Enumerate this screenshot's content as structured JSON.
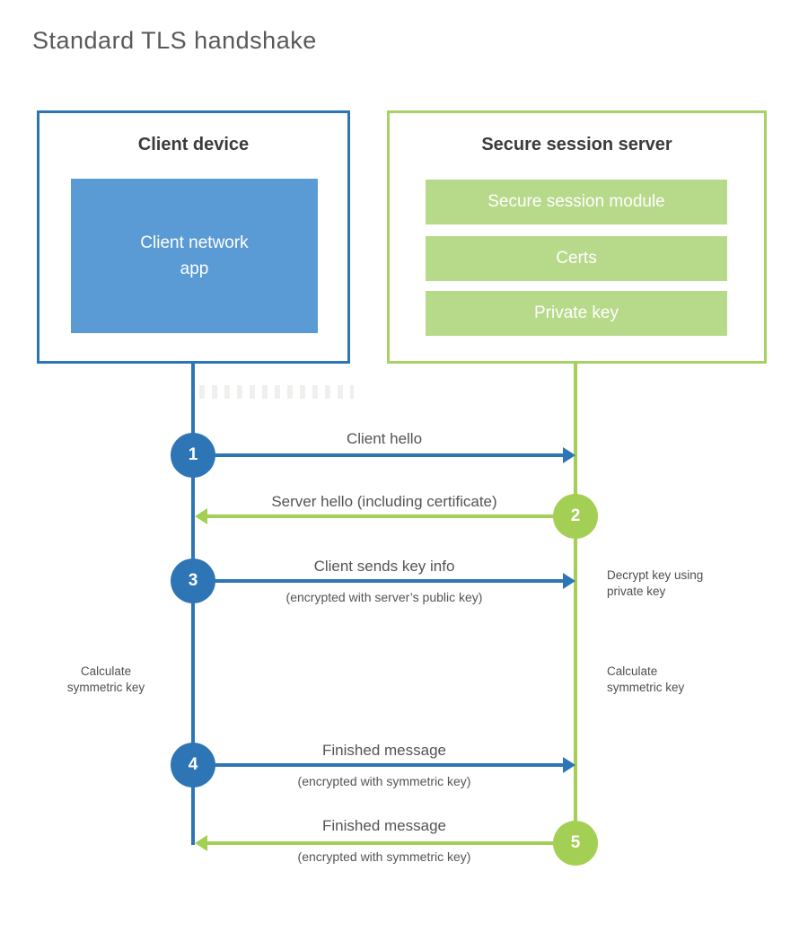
{
  "title": "Standard TLS handshake",
  "colors": {
    "blue_accent": "#2e75b6",
    "blue_fill": "#5b9bd5",
    "green_accent": "#a3cf54",
    "green_border": "#a6d164",
    "green_fill": "#b7d98a",
    "heading_text": "#3b3b3d",
    "label_text": "#545456"
  },
  "client_box": {
    "title": "Client device",
    "app_label": "Client network\napp"
  },
  "server_box": {
    "title": "Secure session server",
    "modules": [
      "Secure session module",
      "Certs",
      "Private key"
    ]
  },
  "steps": [
    {
      "number": "1",
      "direction": "right",
      "label": "Client hello",
      "sublabel": ""
    },
    {
      "number": "2",
      "direction": "left",
      "label": "Server hello (including certificate)",
      "sublabel": ""
    },
    {
      "number": "3",
      "direction": "right",
      "label": "Client sends key info",
      "sublabel": "(encrypted with server’s public key)"
    },
    {
      "number": "4",
      "direction": "right",
      "label": "Finished message",
      "sublabel": "(encrypted with symmetric key)"
    },
    {
      "number": "5",
      "direction": "left",
      "label": "Finished message",
      "sublabel": "(encrypted with symmetric key)"
    }
  ],
  "annotations": {
    "decrypt_note": "Decrypt key using\nprivate key",
    "calc_left": "Calculate\nsymmetric key",
    "calc_right": "Calculate\nsymmetric key"
  }
}
